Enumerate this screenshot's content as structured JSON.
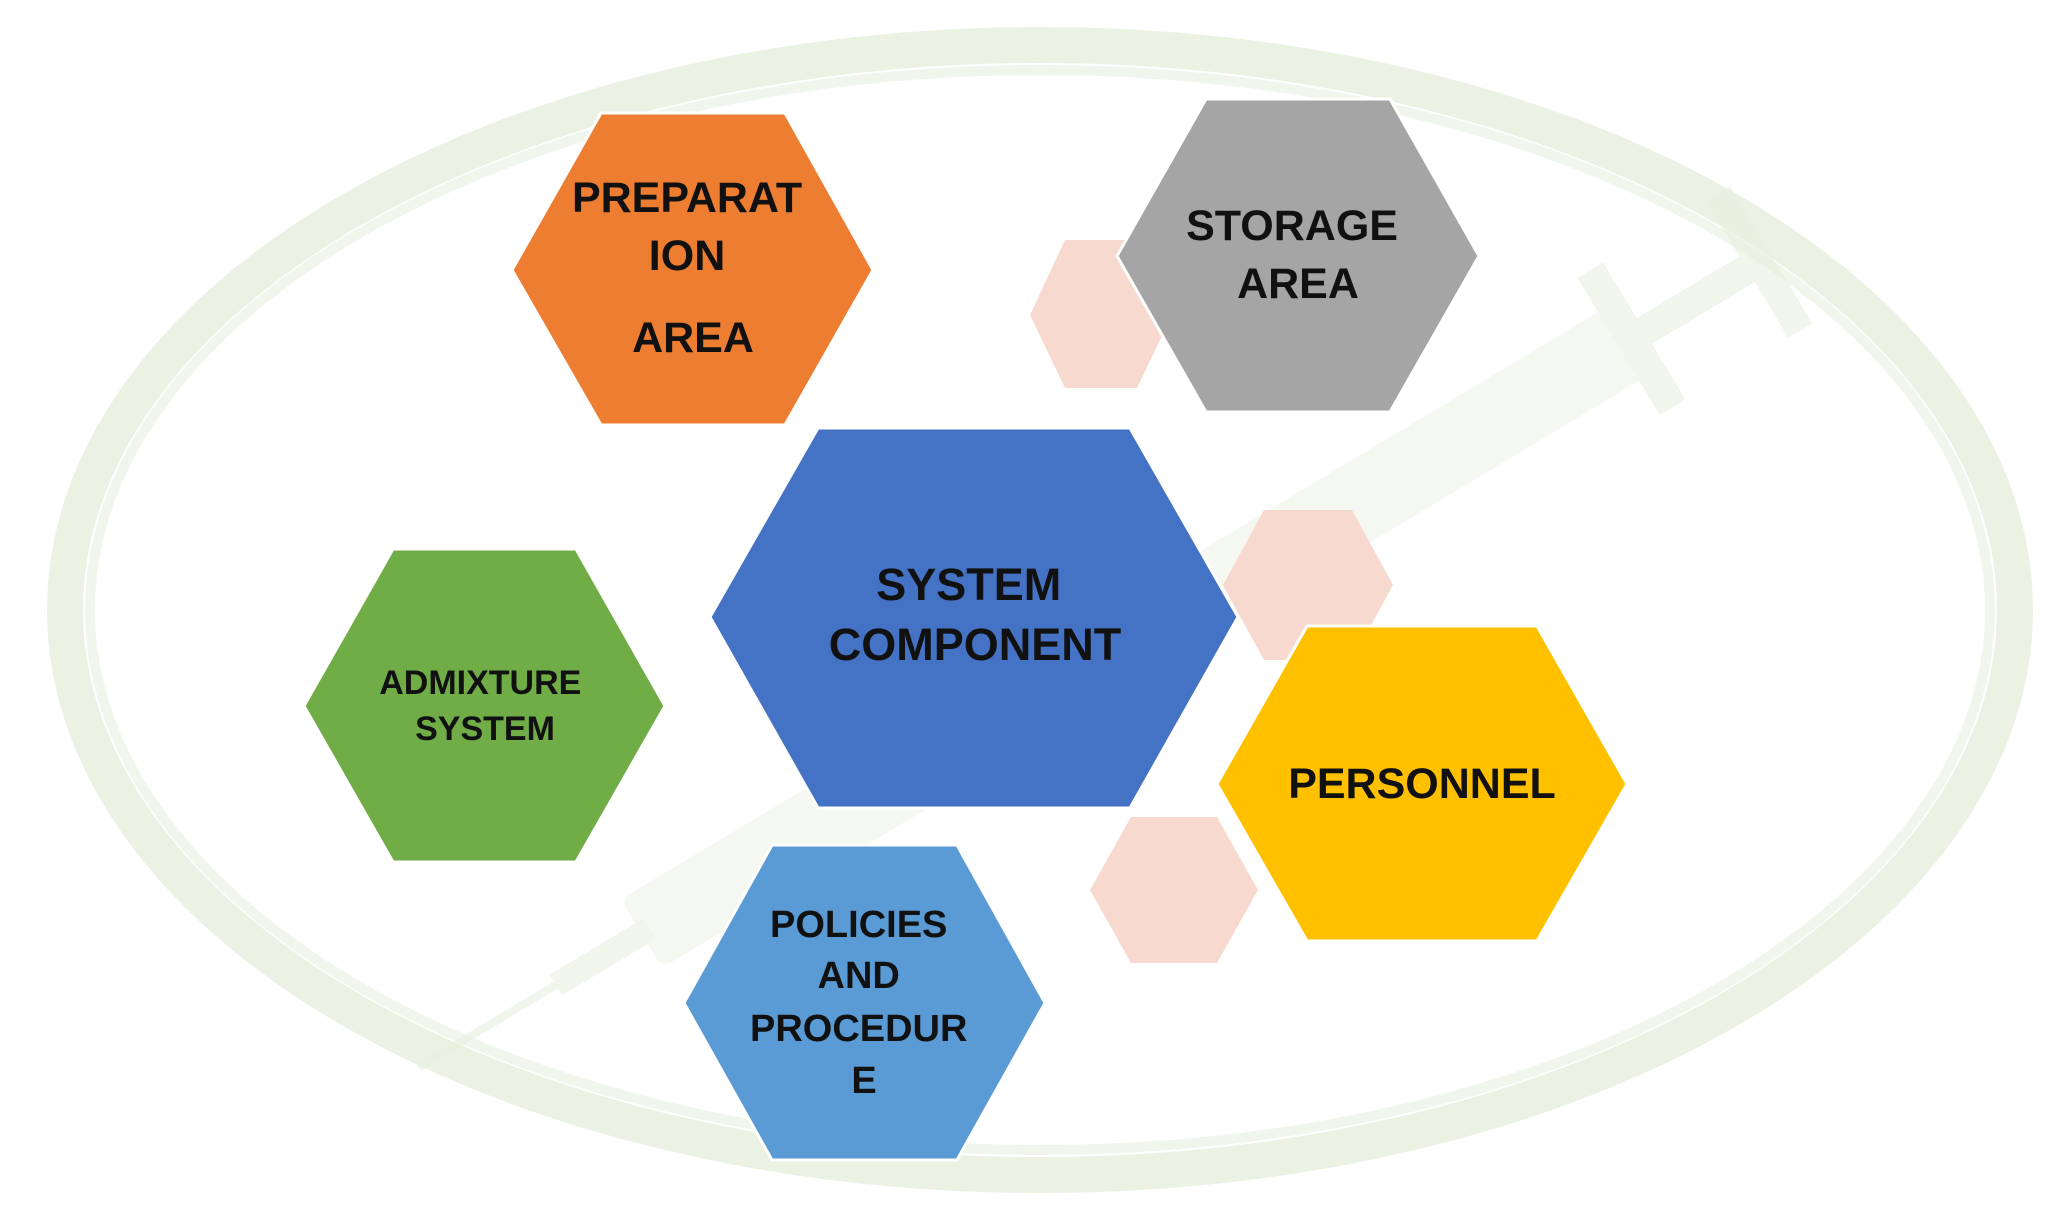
{
  "diagram": {
    "center": {
      "lines": [
        "SYSTEM",
        "COMPONENT"
      ],
      "color": "#4472C4"
    },
    "nodes": [
      {
        "id": "preparation-area",
        "lines": [
          "PREPARAT",
          "ION",
          "AREA"
        ],
        "color": "#ED7D31"
      },
      {
        "id": "storage-area",
        "lines": [
          "STORAGE",
          "AREA"
        ],
        "color": "#A5A5A5"
      },
      {
        "id": "admixture-system",
        "lines": [
          "ADMIXTURE",
          "SYSTEM"
        ],
        "color": "#70AD47"
      },
      {
        "id": "personnel",
        "lines": [
          "PERSONNEL"
        ],
        "color": "#FFC000"
      },
      {
        "id": "policies-and-procedure",
        "lines": [
          "POLICIES",
          "AND",
          "PROCEDUR",
          "E"
        ],
        "color": "#5B9BD5"
      }
    ],
    "accent_hex_color": "#F8D9CF",
    "background_ring_color": "#E8F0DF"
  }
}
